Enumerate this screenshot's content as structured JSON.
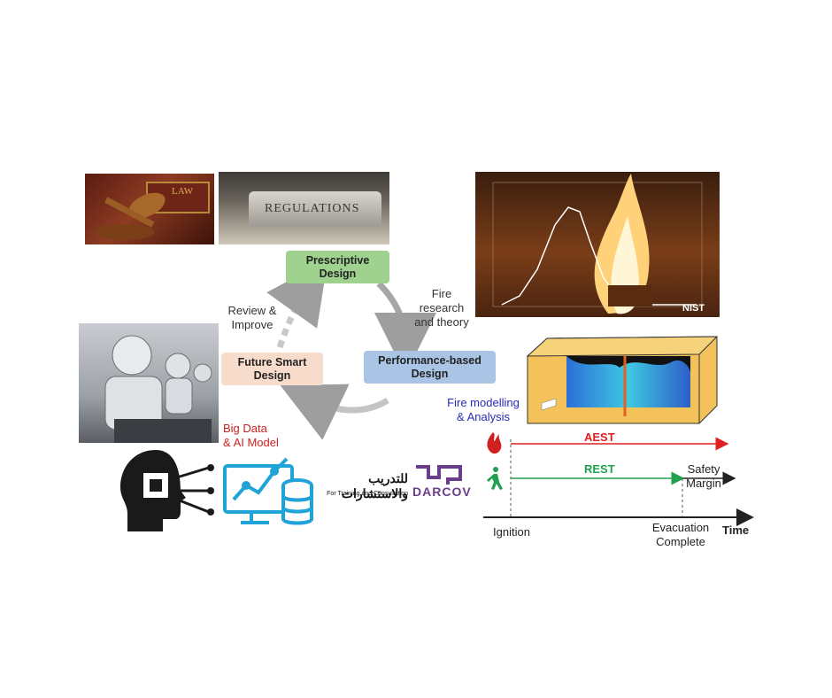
{
  "photos": {
    "gavel_book_text": "LAW",
    "regulations_book_text": "REGULATIONS",
    "fire_test_logo": "NIST"
  },
  "cycle": {
    "prescriptive": "Prescriptive\nDesign",
    "performance": "Performance-based\nDesign",
    "future": "Future Smart\nDesign",
    "label_fire_research": "Fire\nresearch\nand theory",
    "label_review": "Review &\nImprove"
  },
  "labels": {
    "big_data": "Big Data\n& AI Model",
    "fire_modelling": "Fire modelling\n& Analysis"
  },
  "logo": {
    "arabic_text": "للتدريب والاستشارات",
    "english_text": "For Training and Consultation",
    "brand_latin": "DARCOV"
  },
  "timeline": {
    "aest": "AEST",
    "rest": "REST",
    "safety_margin": "Safety\nMargin",
    "ignition": "Ignition",
    "evacuation": "Evacuation\nComplete",
    "time": "Time"
  },
  "colors": {
    "prescriptive_box": "#9fd18f",
    "performance_box": "#a9c4e4",
    "future_box": "#f8dccb",
    "aest_red": "#e02020",
    "rest_green": "#20a050",
    "big_data_red": "#cc2222",
    "fire_modelling_blue": "#2a2ab8",
    "icon_blue": "#1fa3d8",
    "logo_purple": "#6a3d8a"
  }
}
